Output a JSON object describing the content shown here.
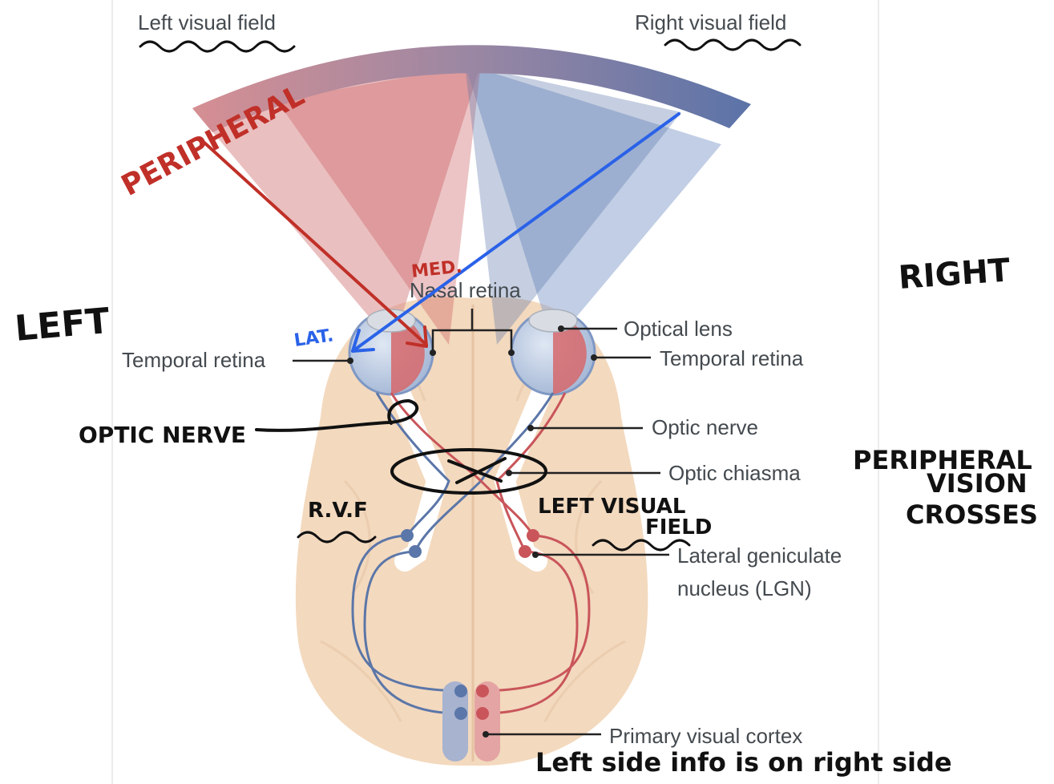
{
  "labels": {
    "left_visual_field": "Left visual field",
    "right_visual_field": "Right visual field",
    "nasal_retina": "Nasal retina",
    "optical_lens": "Optical lens",
    "temporal_retina_left": "Temporal retina",
    "temporal_retina_right": "Temporal retina",
    "optic_nerve": "Optic nerve",
    "optic_chiasma": "Optic chiasma",
    "lgn_line1": "Lateral geniculate",
    "lgn_line2": "nucleus (LGN)",
    "primary_visual_cortex": "Primary visual cortex"
  },
  "annotations": {
    "peripheral": "PERIPHERAL",
    "med": "MED.",
    "lat": "LAT.",
    "left": "LEFT",
    "right": "RIGHT",
    "optic_nerve": "OPTIC NERVE",
    "rvf": "R.V.F",
    "left_visual_field_line1": "LEFT VISUAL",
    "left_visual_field_line2": "FIELD",
    "peripheral_vision_line1": "PERIPHERAL",
    "peripheral_vision_line2": "VISION",
    "peripheral_vision_line3": "CROSSES",
    "bottom_note": "Left side info is on right side"
  },
  "colors": {
    "left_field": "#c9555a",
    "right_field": "#5b76a8",
    "brain": "#f3d9be",
    "annotation_red": "#c03028",
    "annotation_blue": "#2a62e8",
    "annotation_black": "#111111"
  }
}
